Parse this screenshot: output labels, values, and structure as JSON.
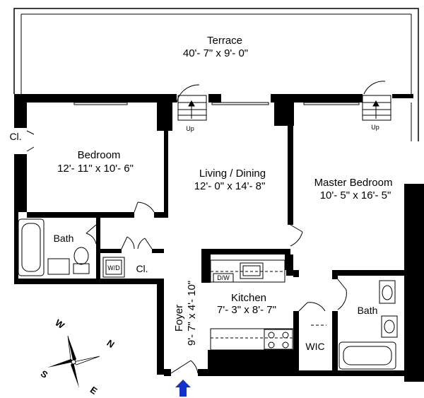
{
  "rooms": {
    "terrace": {
      "name": "Terrace",
      "dim": "40'- 7\" x 9'- 0\""
    },
    "bedroom": {
      "name": "Bedroom",
      "dim": "12'- 11\" x 10'- 6\""
    },
    "living": {
      "name": "Living / Dining",
      "dim": "12'- 0\" x 14'- 8\""
    },
    "master": {
      "name": "Master Bedroom",
      "dim": "10'- 5\" x 16'- 5\""
    },
    "kitchen": {
      "name": "Kitchen",
      "dim": "7'- 3\" x 8'- 7\""
    },
    "foyer": {
      "name": "Foyer",
      "dim": "9'- 7\" x 4'- 10\""
    },
    "bath1": {
      "name": "Bath"
    },
    "bath2": {
      "name": "Bath"
    },
    "closet_bedroom": {
      "name": "Cl."
    },
    "closet_hall": {
      "name": "Cl."
    },
    "wic": {
      "name": "WIC"
    }
  },
  "appliances": {
    "washer_dryer": "W/D",
    "dishwasher": "D/W"
  },
  "steps": [
    {
      "label": "Up"
    },
    {
      "label": "Up"
    }
  ],
  "compass": {
    "w": "W",
    "n": "N",
    "s": "S",
    "e": "E"
  },
  "colors": {
    "wall": "#000000",
    "entry_arrow": "#1133cc",
    "line": "#000000"
  }
}
